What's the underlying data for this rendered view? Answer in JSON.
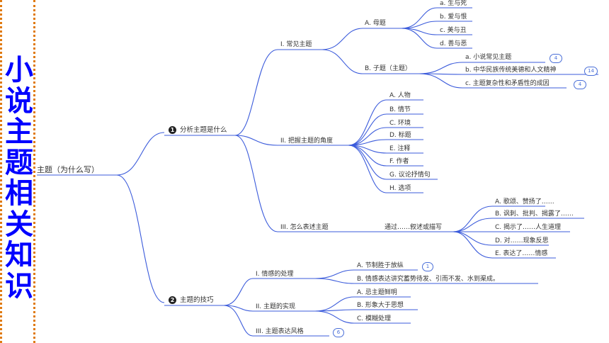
{
  "sidebar": {
    "title": "小说主题相关知识"
  },
  "root": {
    "label": "主题（为什么写）"
  },
  "sections": [
    {
      "num": "1",
      "label": "分析主题是什么"
    },
    {
      "num": "2",
      "label": "主题的技巧"
    }
  ],
  "part1": {
    "common": {
      "label": "I. 常见主题",
      "mother": {
        "label": "A. 母题",
        "items": [
          "a. 生与死",
          "b. 爱与恨",
          "c. 美与丑",
          "d. 善与恶"
        ]
      },
      "child": {
        "label": "B. 子题（主题）",
        "items": [
          {
            "label": "a. 小说常见主题",
            "badge": "4"
          },
          {
            "label": "b. 中华民族传统美德和人文精神",
            "badge": "14"
          },
          {
            "label": "c. 主题复杂性和矛盾性的成因",
            "badge": "4"
          }
        ]
      }
    },
    "angle": {
      "label": "II. 把握主题的角度",
      "items": [
        "A. 人物",
        "B. 情节",
        "C. 环境",
        "D. 标题",
        "E. 注释",
        "F. 作者",
        "G. 议论抒情句",
        "H. 选项"
      ]
    },
    "express": {
      "label": "III. 怎么表述主题",
      "method": "通过……叙述或描写",
      "items": [
        "A. 歌颂、赞扬了……",
        "B. 讽刺、批判、揭露了……",
        "C. 揭示了……人生道理",
        "D. 对……现象反思",
        "E. 表达了……情感"
      ]
    }
  },
  "part2": {
    "emotion": {
      "label": "I. 情感的处理",
      "items": [
        {
          "label": "A. 节制胜于放纵",
          "badge": "1"
        },
        {
          "label": "B. 情感表达讲究蓄势待发、引而不发、水到渠成。",
          "badge": ""
        }
      ]
    },
    "realize": {
      "label": "II. 主题的实现",
      "items": [
        "A. 忌主题鲜明",
        "B. 形象大于思想",
        "C. 模糊处理"
      ]
    },
    "style": {
      "label": "III. 主题表达风格",
      "badge": "6"
    }
  }
}
